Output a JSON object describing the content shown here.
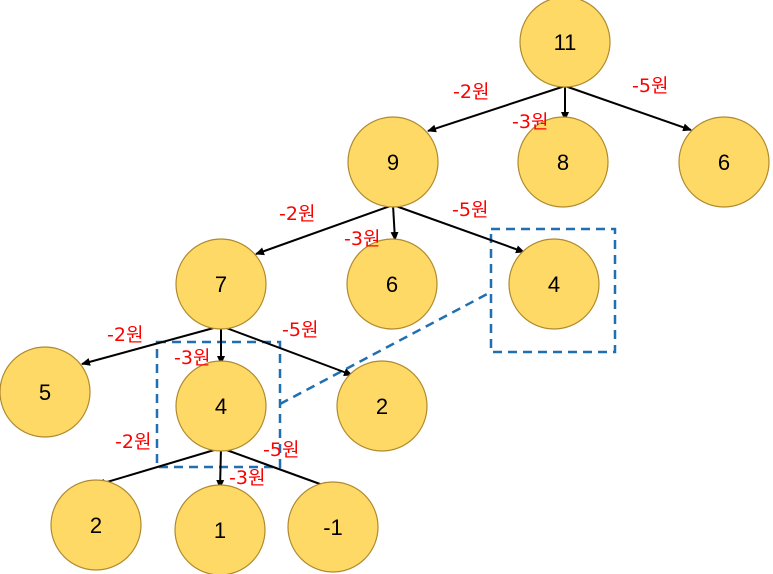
{
  "colors": {
    "node_fill": "#FFD966",
    "node_stroke": "#B08A2E",
    "edge": "#000000",
    "edge_label": "#FF0000",
    "highlight": "#1F6FB2"
  },
  "nodes": [
    {
      "id": "n11",
      "label": "11"
    },
    {
      "id": "n9",
      "label": "9"
    },
    {
      "id": "n8",
      "label": "8"
    },
    {
      "id": "n6a",
      "label": "6"
    },
    {
      "id": "n7",
      "label": "7"
    },
    {
      "id": "n6b",
      "label": "6"
    },
    {
      "id": "n4a",
      "label": "4"
    },
    {
      "id": "n5",
      "label": "5"
    },
    {
      "id": "n4b",
      "label": "4"
    },
    {
      "id": "n2a",
      "label": "2"
    },
    {
      "id": "n2b",
      "label": "2"
    },
    {
      "id": "n1",
      "label": "1"
    },
    {
      "id": "nm1",
      "label": "-1"
    }
  ],
  "edges": [
    {
      "from": "n11",
      "to": "n9",
      "label": "-2원"
    },
    {
      "from": "n11",
      "to": "n8",
      "label": "-3원"
    },
    {
      "from": "n11",
      "to": "n6a",
      "label": "-5원"
    },
    {
      "from": "n9",
      "to": "n7",
      "label": "-2원"
    },
    {
      "from": "n9",
      "to": "n6b",
      "label": "-3원"
    },
    {
      "from": "n9",
      "to": "n4a",
      "label": "-5원"
    },
    {
      "from": "n7",
      "to": "n5",
      "label": "-2원"
    },
    {
      "from": "n7",
      "to": "n4b",
      "label": "-3원"
    },
    {
      "from": "n7",
      "to": "n2a",
      "label": "-5원"
    },
    {
      "from": "n4b",
      "to": "n2b",
      "label": "-2원"
    },
    {
      "from": "n4b",
      "to": "n1",
      "label": "-3원"
    },
    {
      "from": "n4b",
      "to": "nm1",
      "label": "-5원"
    }
  ],
  "highlighted_nodes": [
    "n4a",
    "n4b"
  ]
}
